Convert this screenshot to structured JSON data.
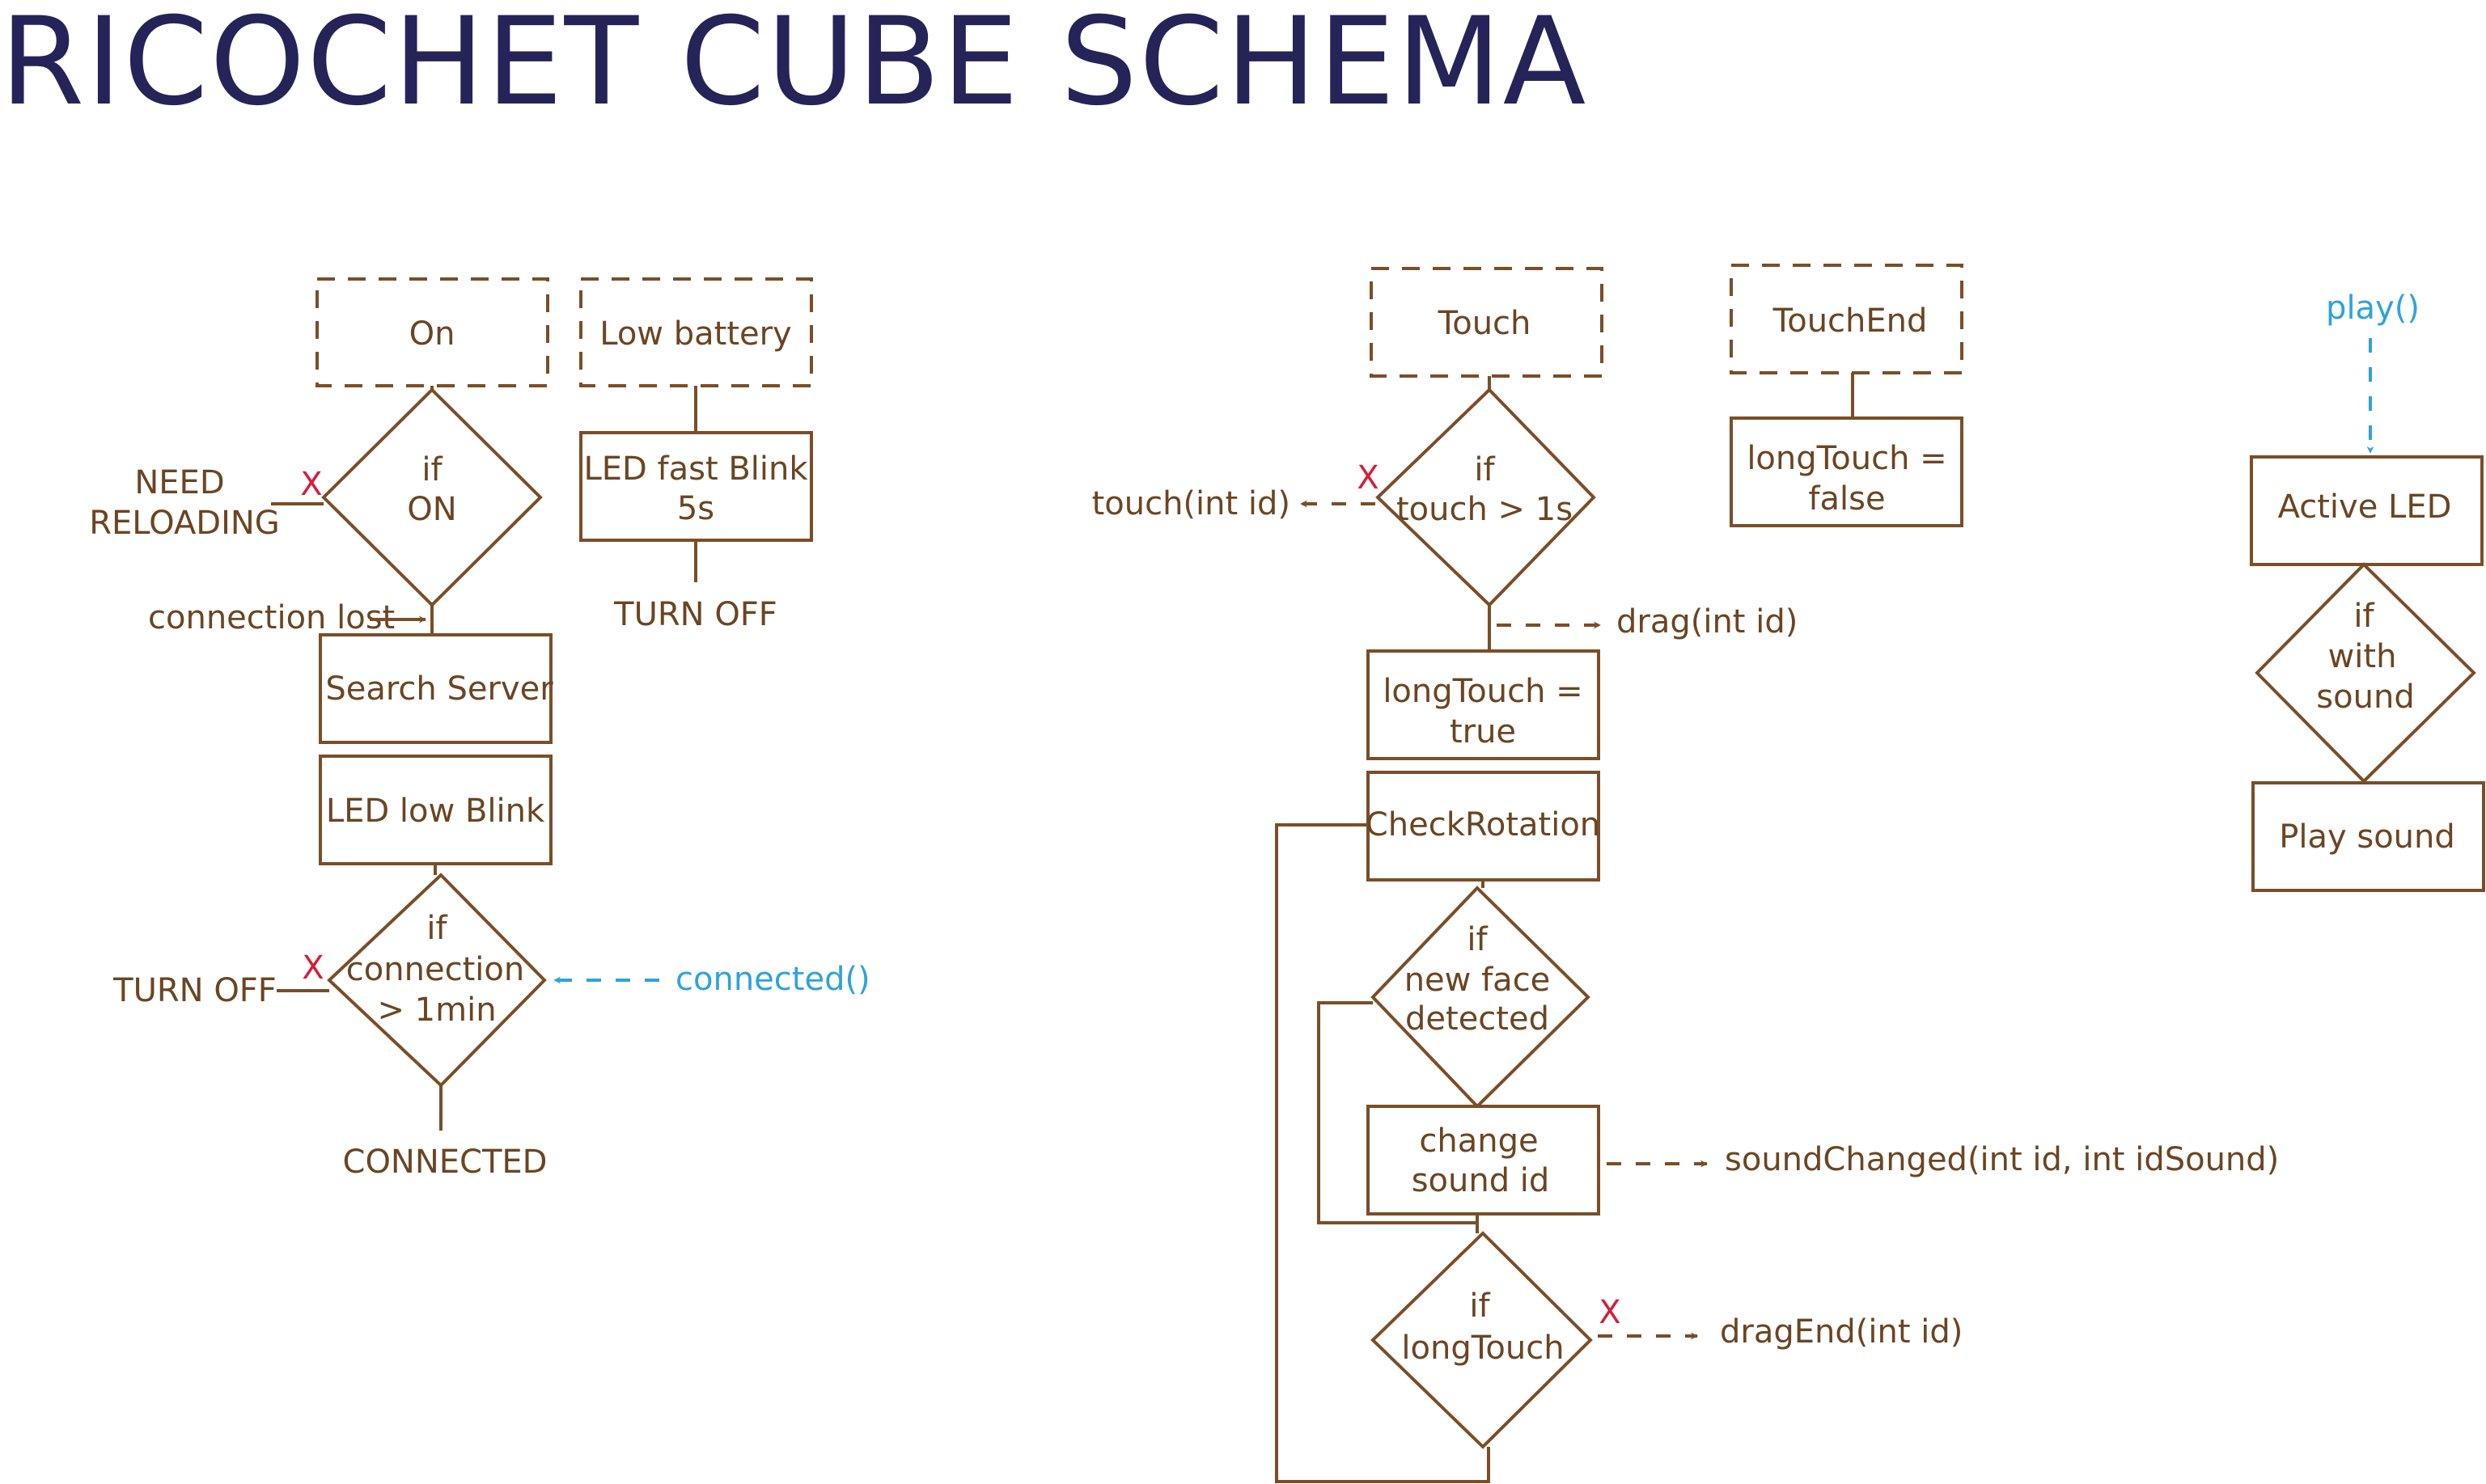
{
  "title": "RICOCHET CUBE  SCHEMA",
  "colors": {
    "title": "#252358",
    "brown": "#7a4e27",
    "text": "#6b4522",
    "blue": "#2ea3db",
    "red": "#d41f3a"
  },
  "power": {
    "on": "On",
    "low_battery": "Low battery",
    "if_on": [
      "if",
      "ON"
    ],
    "need_reloading": [
      "NEED",
      "RELOADING"
    ],
    "connection_lost": "connection lost",
    "search_server": "Search Server",
    "led_low_blink": "LED low Blink",
    "if_connection": [
      "if",
      "connection",
      "> 1min"
    ],
    "turn_off_left": "TURN OFF",
    "connected_event": "connected()",
    "connected": "CONNECTED",
    "led_fast_blink": [
      "LED fast Blink",
      "5s"
    ],
    "turn_off_battery": "TURN OFF",
    "x_mark": "X"
  },
  "touch": {
    "touch": "Touch",
    "if_touch": [
      "if",
      "touch > 1s"
    ],
    "touch_event": "touch(int id)",
    "drag_event": "drag(int id)",
    "long_touch_true": [
      "longTouch =",
      "true"
    ],
    "check_rotation": "CheckRotation",
    "if_new_face": [
      "if",
      "new face",
      "detected"
    ],
    "change_sound": [
      "change",
      "sound id"
    ],
    "sound_changed_event": "soundChanged(int id, int idSound)",
    "if_long_touch": [
      "if",
      "longTouch"
    ],
    "drag_end_event": "dragEnd(int id)",
    "x_mark": "X"
  },
  "touch_end": {
    "touch_end": "TouchEnd",
    "long_touch_false": [
      "longTouch =",
      "false"
    ]
  },
  "play": {
    "play_event": "play()",
    "active_led": "Active LED",
    "if_with_sound": [
      "if",
      "with",
      "sound"
    ],
    "play_sound": "Play sound"
  }
}
